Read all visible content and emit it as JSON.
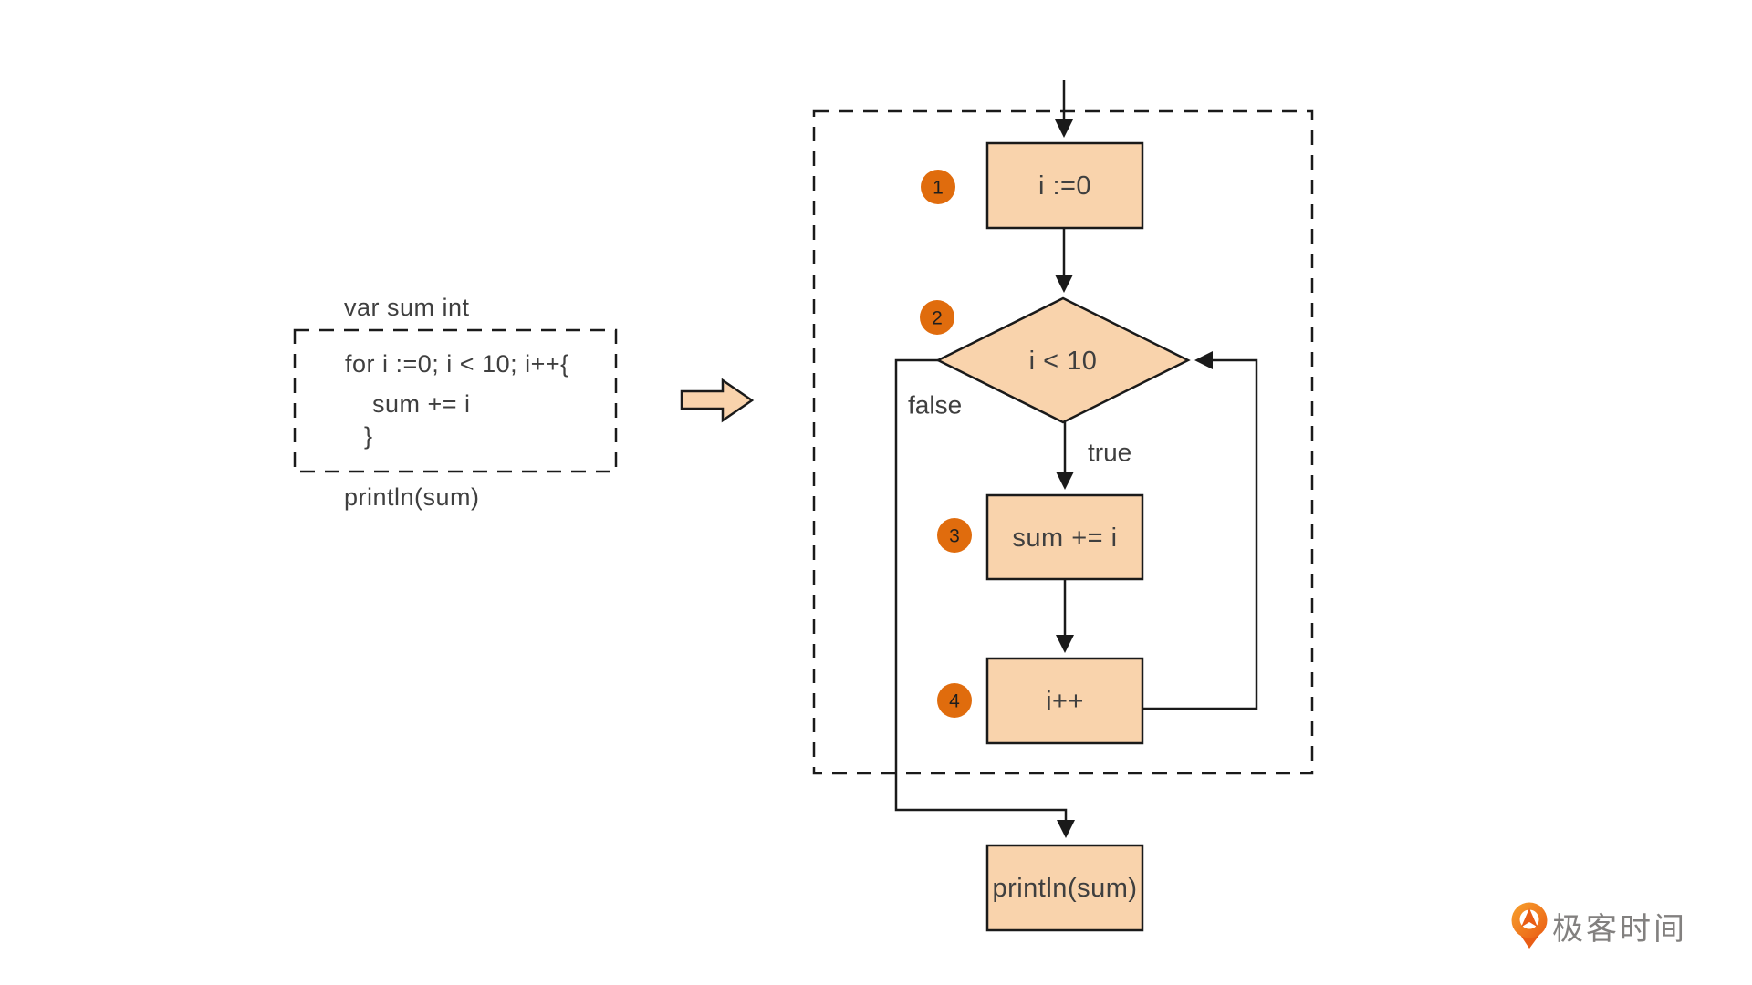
{
  "code_panel": {
    "line_before": "var sum int",
    "loop_lines": [
      "for i :=0; i < 10; i++{",
      "   sum += i",
      "}"
    ],
    "line_after": "println(sum)"
  },
  "flowchart": {
    "steps": [
      {
        "badge": "1",
        "label": "i :=0"
      },
      {
        "badge": "2",
        "label": "i < 10"
      },
      {
        "badge": "3",
        "label": "sum += i"
      },
      {
        "badge": "4",
        "label": "i++"
      }
    ],
    "false_label": "false",
    "true_label": "true",
    "output_label": "println(sum)"
  },
  "logo": {
    "text": "极客时间"
  },
  "colors": {
    "shape_fill": "#f9d3ac",
    "shape_stroke": "#1a1a1a",
    "badge_fill": "#e06c0d",
    "text": "#3f3f3f",
    "logo_orange": "#ee7c23",
    "logo_text": "#82807f"
  }
}
